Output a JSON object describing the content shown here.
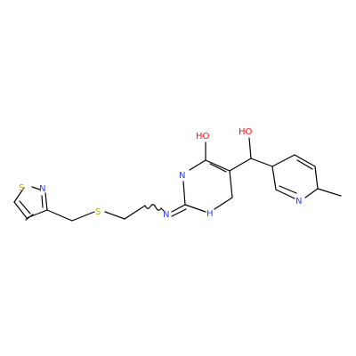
{
  "atoms": {
    "s_ring": "S",
    "n_ring": "N",
    "s_chain": "S",
    "n_imine": "N",
    "n3": "N",
    "n1h": "H",
    "oh_ring": "HO",
    "oh_side": "HO",
    "n_pyr": "N"
  },
  "colors": {
    "bond": "#000000",
    "sulfur": "#b2b200",
    "nitrogen": "#2b3fff",
    "oxygen": "#ff0d0d",
    "background": "#ffffff"
  }
}
